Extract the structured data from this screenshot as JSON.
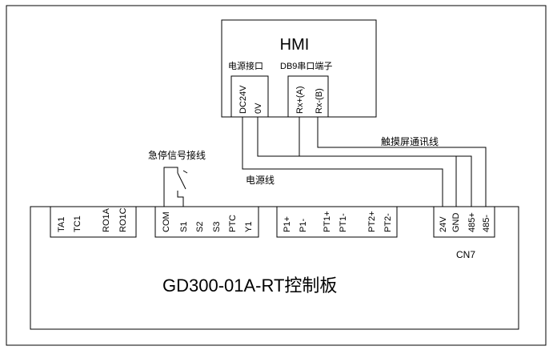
{
  "hmi": {
    "title": "HMI",
    "power_port_label": "电源接口",
    "db9_label": "DB9串口端子",
    "power_pins": [
      "DC24V",
      "0V"
    ],
    "db9_pins": [
      "Rx+(A)",
      "Rx-(B)"
    ]
  },
  "board": {
    "title": "GD300-01A-RT控制板",
    "group1": [
      "TA1",
      "TC1",
      "RO1A",
      "RO1C"
    ],
    "group2": [
      "COM",
      "S1",
      "S2",
      "S3",
      "PTC",
      "Y1"
    ],
    "group3": [
      "P1+",
      "P1-",
      "PT1+",
      "PT1-",
      "PT2+",
      "PT2-"
    ],
    "cn7": [
      "24V",
      "GND",
      "485+",
      "485-"
    ],
    "cn7_label": "CN7"
  },
  "wires": {
    "estop": "急停信号接线",
    "power": "电源线",
    "comm": "触摸屏通讯线"
  }
}
